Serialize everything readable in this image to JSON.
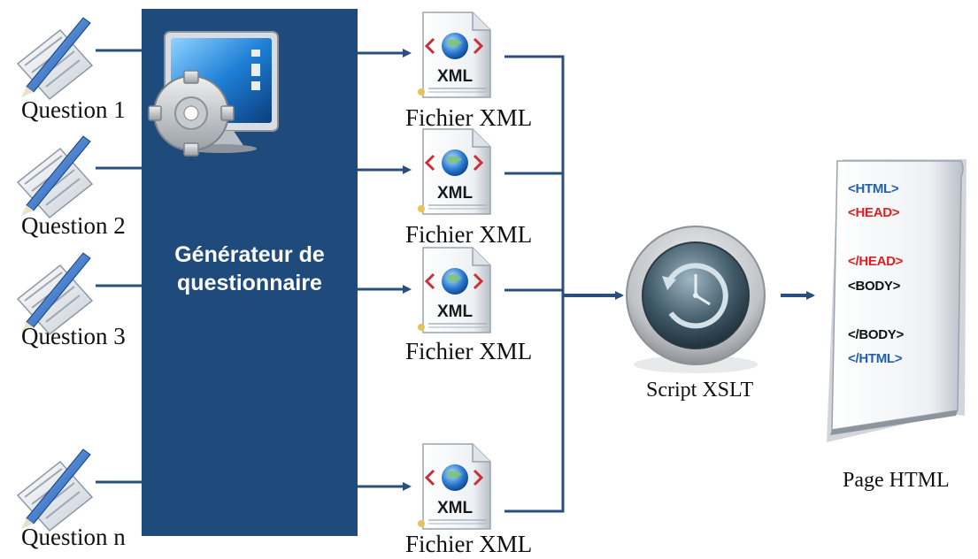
{
  "questions": [
    {
      "label": "Question 1"
    },
    {
      "label": "Question 2"
    },
    {
      "label": "Question 3"
    },
    {
      "label": "Question n"
    }
  ],
  "generator": {
    "title_line1": "Générateur de",
    "title_line2": "questionnaire"
  },
  "xml_files": [
    {
      "label": "Fichier XML",
      "badge": "XML"
    },
    {
      "label": "Fichier XML",
      "badge": "XML"
    },
    {
      "label": "Fichier XML",
      "badge": "XML"
    },
    {
      "label": "Fichier XML",
      "badge": "XML"
    }
  ],
  "xslt": {
    "label": "Script XSLT"
  },
  "html_page": {
    "label": "Page HTML",
    "code": [
      "<HTML>",
      "<HEAD>",
      "</HEAD>",
      "<BODY>",
      "</BODY>",
      "</HTML>"
    ]
  },
  "colors": {
    "generator_fill": "#1e4a7c",
    "connector": "#2a4f7f",
    "code_blue": "#1f5fb8",
    "code_red": "#e02020"
  }
}
